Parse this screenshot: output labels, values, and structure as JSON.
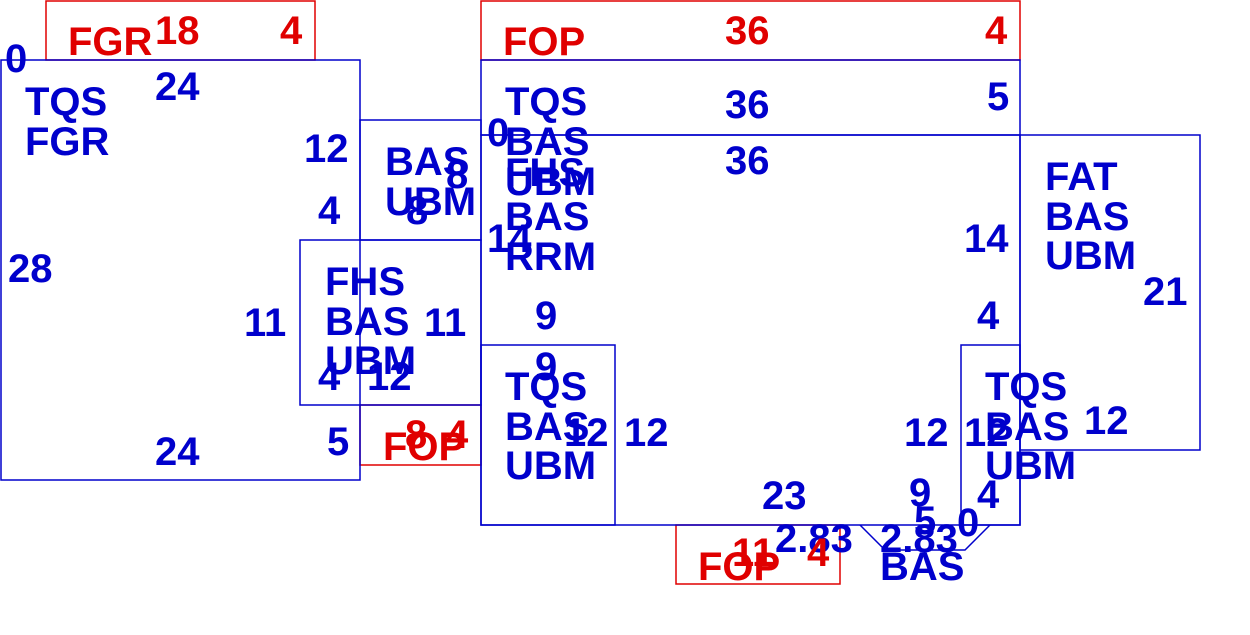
{
  "colors": {
    "primary": "#0000cc",
    "accent": "#e00000",
    "background": "#ffffff"
  },
  "rooms": {
    "fgr_top": {
      "name": "FGR",
      "value": "18",
      "num": "4"
    },
    "tqs_left": {
      "line1": "TQS",
      "line2": "FGR",
      "top": "24",
      "right_top": "12",
      "right_mid": "4",
      "left": "28",
      "right_low": "11",
      "right_bottom": "5",
      "bottom": "24",
      "corner": "0"
    },
    "bas_ubm_mid": {
      "line1": "BAS",
      "line2": "UBM",
      "a": "8",
      "b": "8"
    },
    "fhs": {
      "line1": "FHS",
      "line2": "BAS",
      "line3": "UBM",
      "right": "11",
      "bottom_left": "4",
      "bottom_right": "12"
    },
    "fop_small": {
      "name": "FOP",
      "value": "8",
      "num": "4"
    },
    "fop_top": {
      "name": "FOP",
      "value": "36",
      "num": "4"
    },
    "tqs_top": {
      "name": "TQS",
      "value": "36",
      "num": "5",
      "inner": "36"
    },
    "core": {
      "line1": "BAS",
      "line2": "FHS",
      "line3": "UBM",
      "line4": "BAS",
      "line5": "RRM",
      "corner": "0",
      "left_side": "14",
      "mid": "9",
      "right_side": "14",
      "right_low": "4",
      "mid_low": "9"
    },
    "tqs_lower_left": {
      "line1": "TQS",
      "line2": "BAS",
      "line3": "UBM",
      "inner": "12",
      "outer": "12"
    },
    "tqs_lower_right": {
      "line1": "TQS",
      "line2": "BAS",
      "line3": "UBM",
      "left_outer": "12",
      "left_inner": "12",
      "right": "12",
      "bottom": "4"
    },
    "fat": {
      "line1": "FAT",
      "line2": "BAS",
      "line3": "UBM",
      "num": "21"
    },
    "bottom_center": {
      "num": "23",
      "num2": "9",
      "num3": "5",
      "num4": "0"
    },
    "fop_bottom": {
      "name": "FOP",
      "value": "11",
      "num": "4"
    },
    "bas_bottom": {
      "name": "BAS",
      "left": "2.83",
      "right": "2.83"
    }
  }
}
